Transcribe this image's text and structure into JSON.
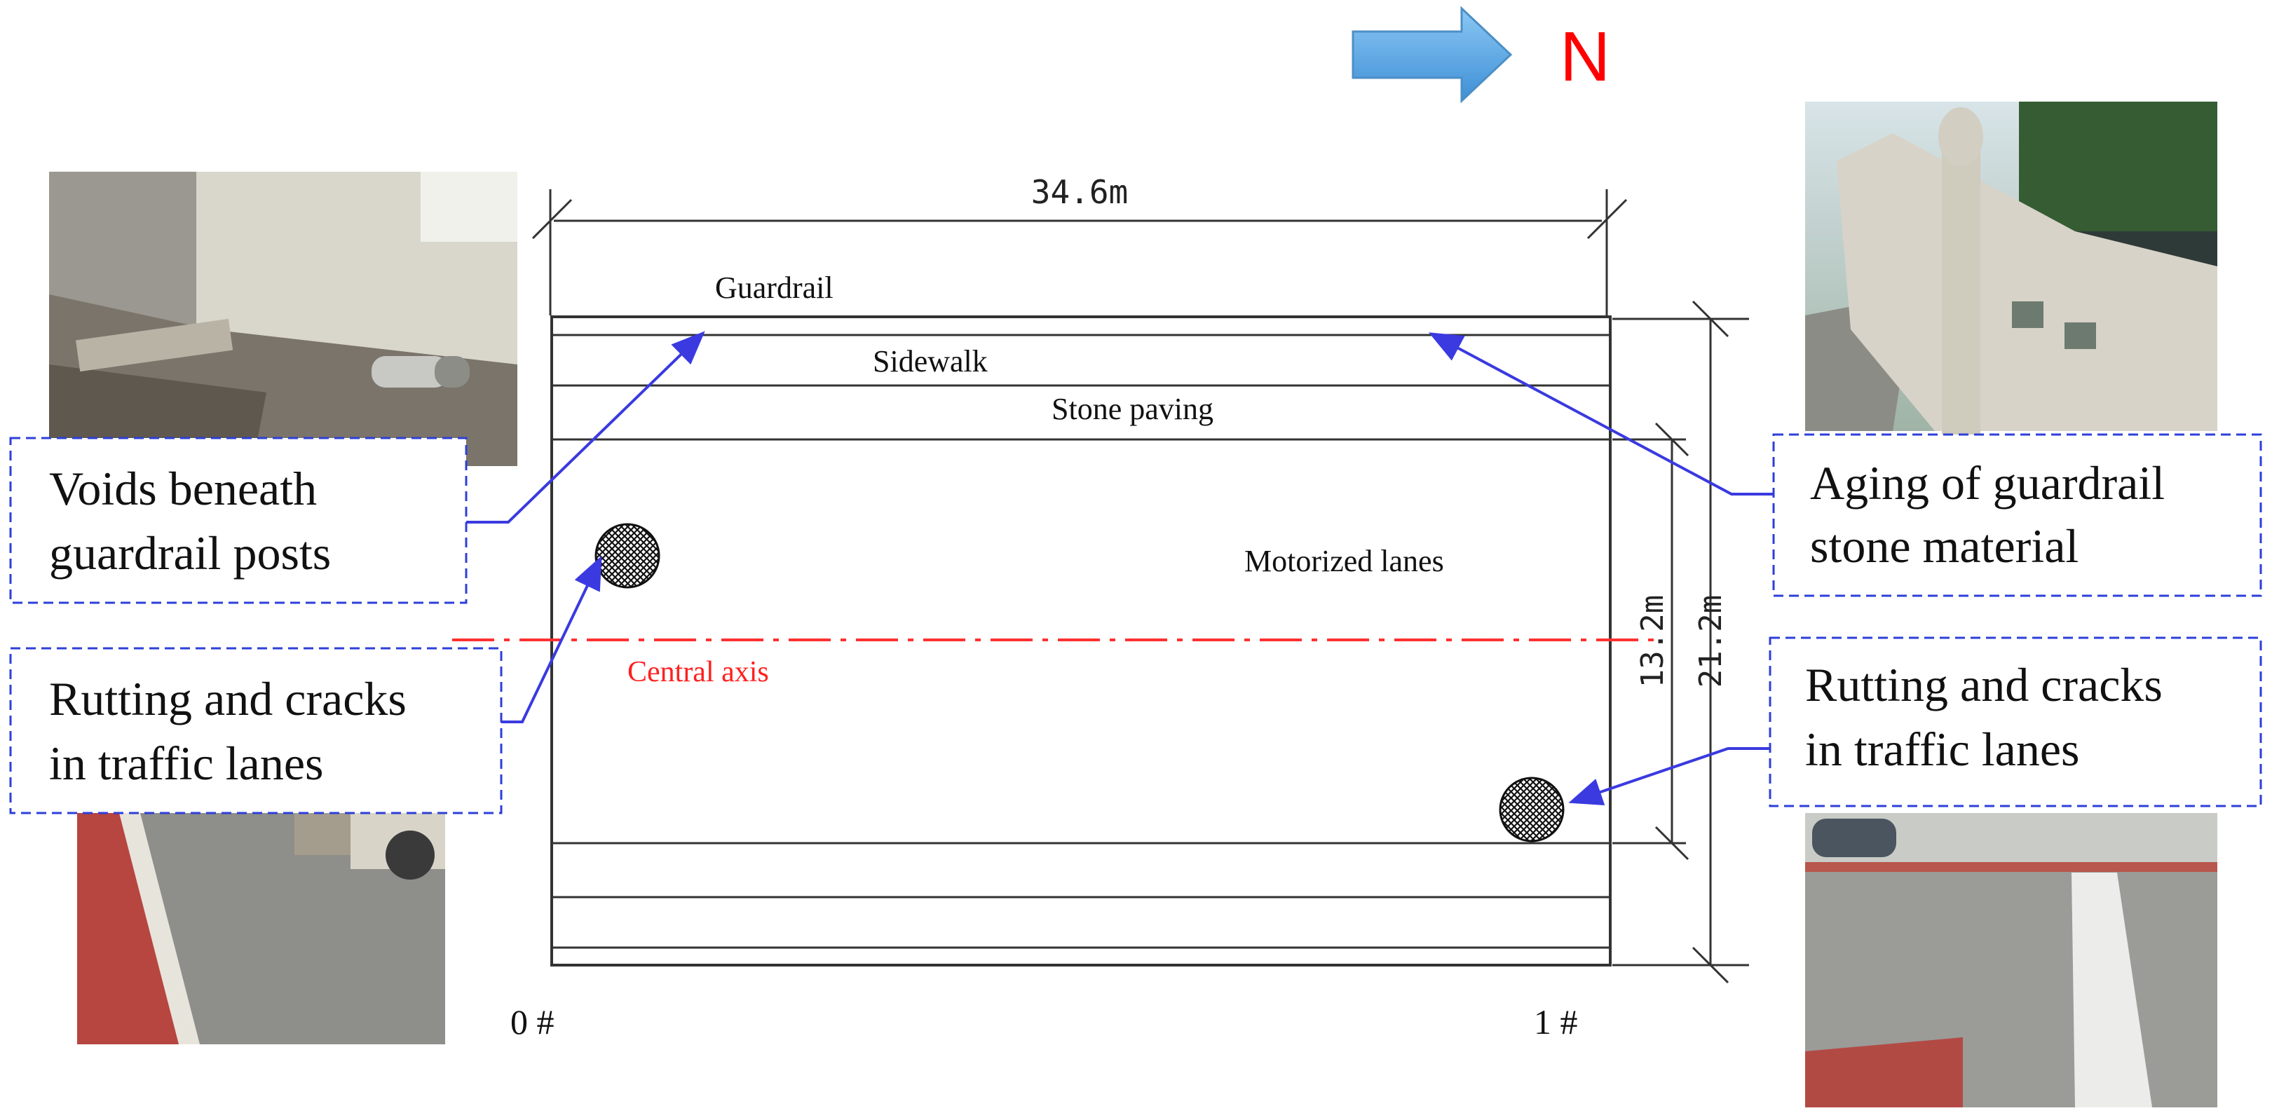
{
  "compass": {
    "label": "N",
    "arrow_color": "#5aa9e6",
    "label_color": "#ff0000"
  },
  "plan": {
    "length_label": "34.6m",
    "width_total_label": "21.2m",
    "width_lanes_label": "13.2m",
    "pier_left": "0 #",
    "pier_right": "1 #",
    "zones": {
      "guardrail": "Guardrail",
      "sidewalk": "Sidewalk",
      "stone_paving": "Stone paving",
      "motorized_lanes": "Motorized lanes"
    },
    "central_axis": {
      "label": "Central axis",
      "color": "#ff2020"
    }
  },
  "callouts": {
    "voids": [
      "Voids beneath",
      "guardrail posts"
    ],
    "rutting_left": [
      "Rutting and cracks",
      "in traffic lanes"
    ],
    "aging": [
      "Aging of guardrail",
      "stone material"
    ],
    "rutting_right": [
      "Rutting and cracks",
      "in traffic lanes"
    ]
  },
  "photos": {
    "top_left": "guardrail-post-void-photo",
    "bottom_left": "road-rutting-photo",
    "top_right": "stone-guardrail-photo",
    "bottom_right": "crosswalk-rutting-photo"
  },
  "colors": {
    "leader": "#3a3ae0",
    "callout_border": "#2e3fd8",
    "drawing_line": "#333333"
  }
}
